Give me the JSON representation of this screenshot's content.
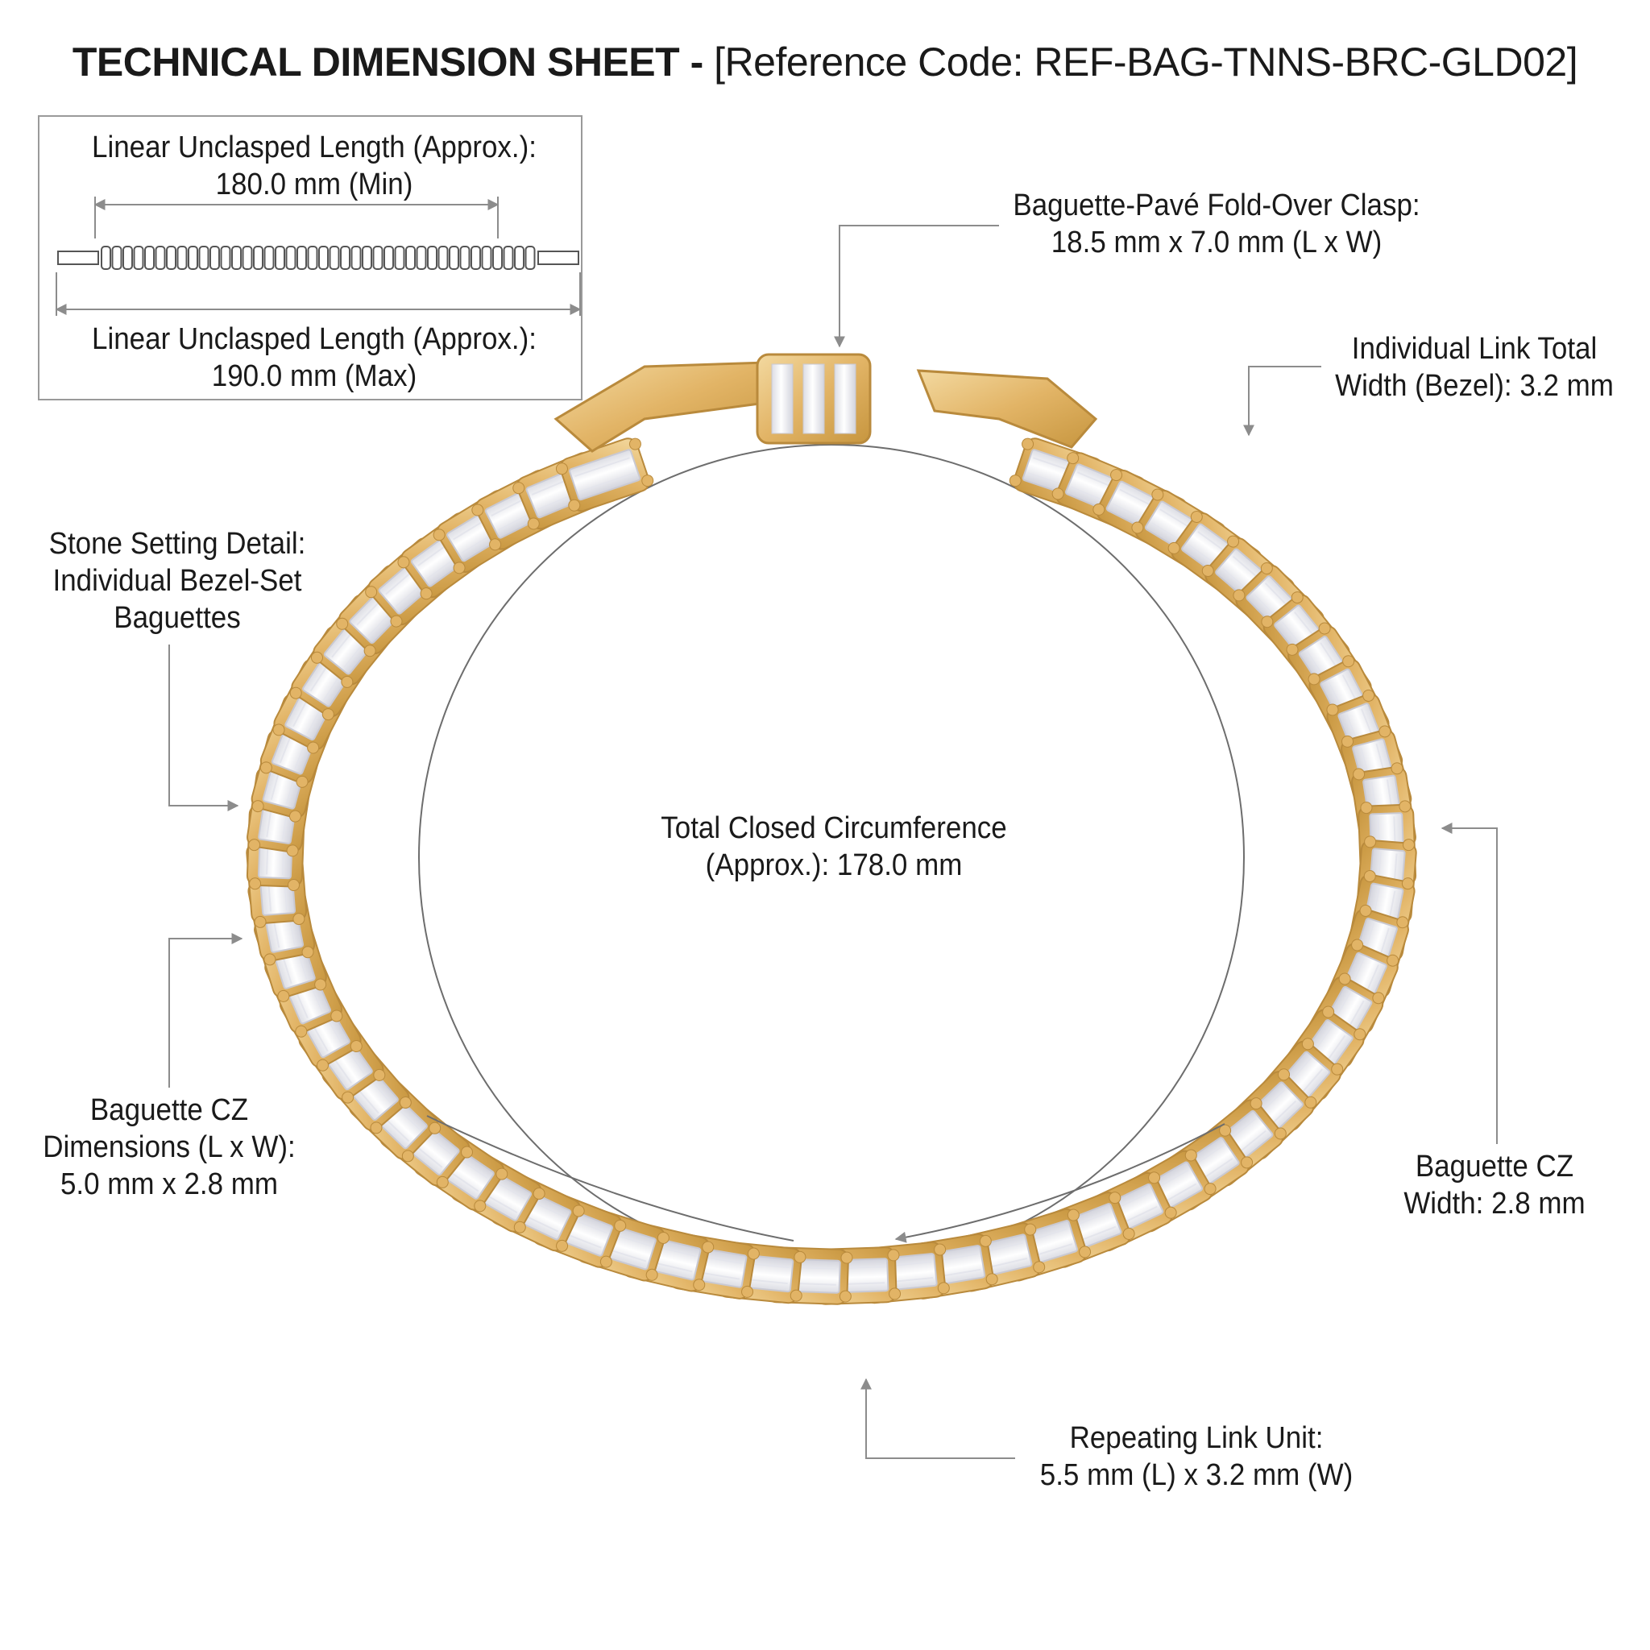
{
  "header": {
    "title_bold": "TECHNICAL DIMENSION SHEET -",
    "title_ref": "[Reference Code: REF-BAG-TNNS-BRC-GLD02]"
  },
  "length_box": {
    "min_label_line1": "Linear Unclasped Length (Approx.):",
    "min_label_line2": "180.0 mm (Min)",
    "max_label_line1": "Linear Unclasped Length (Approx.):",
    "max_label_line2": "190.0 mm (Max)"
  },
  "callouts": {
    "clasp": {
      "line1": "Baguette-Pavé Fold-Over Clasp:",
      "line2": "18.5 mm x 7.0 mm (L x W)"
    },
    "link_width": {
      "line1": "Individual Link Total",
      "line2": "Width (Bezel): 3.2 mm"
    },
    "setting": {
      "line1": "Stone Setting Detail:",
      "line2": "Individual Bezel-Set",
      "line3": "Baguettes"
    },
    "circumference": {
      "line1": "Total Closed Circumference",
      "line2": "(Approx.): 178.0 mm"
    },
    "cz_dims": {
      "line1": "Baguette CZ",
      "line2": "Dimensions (L x W):",
      "line3": "5.0 mm x 2.8 mm"
    },
    "cz_width": {
      "line1": "Baguette CZ",
      "line2": "Width: 2.8 mm"
    },
    "link_unit": {
      "line1": "Repeating Link Unit:",
      "line2": "5.5 mm (L) x 3.2 mm (W)"
    }
  },
  "colors": {
    "gold": "#e7bc6c",
    "gold_dark": "#b98a3c",
    "stone": "#f4f4f6",
    "stone_edge": "#c9c9d2",
    "leader": "#8c8c8c",
    "text": "#1a1a1a"
  }
}
